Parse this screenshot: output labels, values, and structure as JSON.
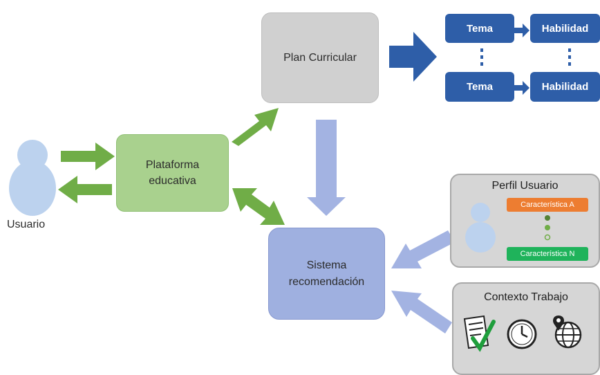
{
  "user": {
    "label": "Usuario"
  },
  "platform": {
    "label": "Plataforma\neducativa"
  },
  "curriculum": {
    "label": "Plan Curricular"
  },
  "recommender": {
    "label": "Sistema\nrecomendación"
  },
  "topics": {
    "rows": [
      {
        "topic": "Tema",
        "skill": "Habilidad"
      },
      {
        "topic": "Tema",
        "skill": "Habilidad"
      }
    ]
  },
  "profile": {
    "title": "Perfil Usuario",
    "first_feature": "Característica A",
    "last_feature": "Característica N"
  },
  "context": {
    "title": "Contexto Trabajo",
    "icons": [
      "checklist-icon",
      "clock-icon",
      "globe-location-icon"
    ]
  },
  "colors": {
    "green": "#a9d18e",
    "green_arrow": "#70ad47",
    "gray": "#d0d0d0",
    "blue": "#9fb0e0",
    "blue_arrow": "#a3b3e2",
    "navy": "#2e5ea8",
    "orange": "#ed7d31",
    "chip_green": "#1fb35b",
    "person": "#bcd2ee"
  }
}
